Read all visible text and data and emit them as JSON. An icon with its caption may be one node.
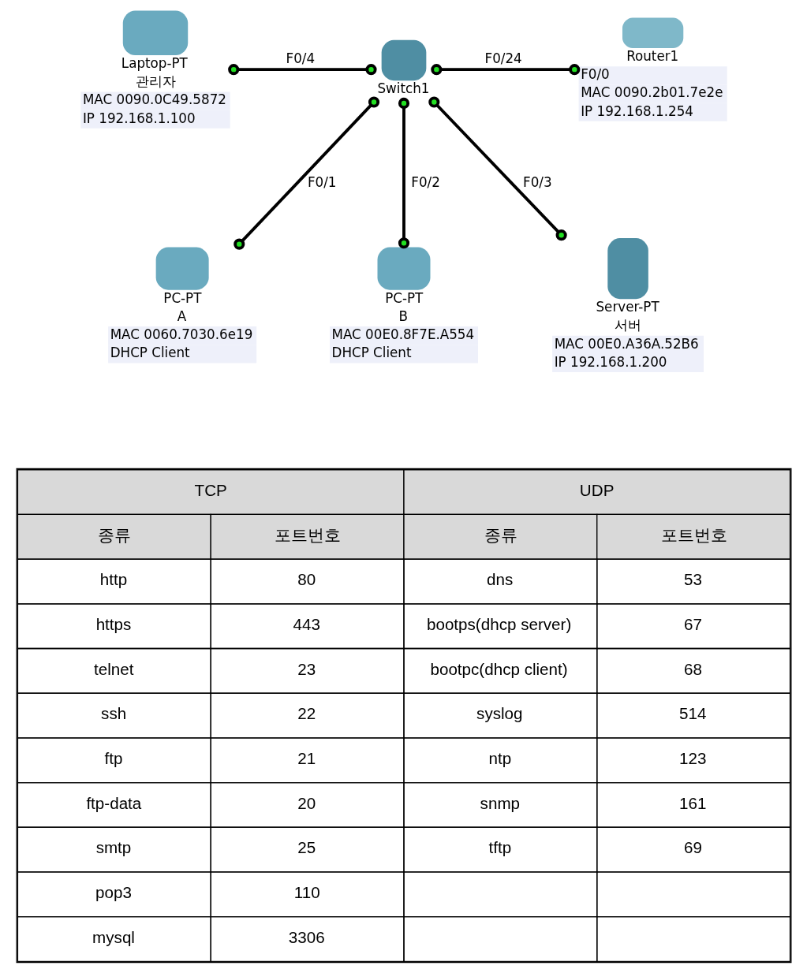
{
  "diagram": {
    "nodes": [
      {
        "text": [
          "Laptop-PT",
          "관리자",
          "MAC 0090.0C49.5872",
          "IP 192.168.1.100"
        ]
      },
      {
        "text": [
          "Switch1"
        ]
      },
      {
        "text": [
          "Router1",
          "F0/0",
          "MAC 0090.2b01.7e2e",
          "IP 192.168.1.254"
        ]
      },
      {
        "text": [
          "PC-PT",
          "A",
          "MAC 0060.7030.6e19",
          "DHCP Client"
        ]
      },
      {
        "text": [
          "PC-PT",
          "B",
          "MAC 00E0.8F7E.A554",
          "DHCP Client"
        ]
      },
      {
        "text": [
          "Server-PT",
          "서버",
          "MAC 00E0.A36A.52B6",
          "IP 192.168.1.200"
        ]
      }
    ],
    "edges": [
      {
        "from": 0,
        "to": 1,
        "arrow": "other",
        "label": "F0/4"
      },
      {
        "from": 1,
        "to": 2,
        "arrow": "other",
        "label": "F0/24"
      },
      {
        "from": 1,
        "to": 3,
        "arrow": "other",
        "label": "F0/1"
      },
      {
        "from": 1,
        "to": 4,
        "arrow": "other",
        "label": "F0/2"
      },
      {
        "from": 1,
        "to": 5,
        "arrow": "other",
        "label": "F0/3"
      }
    ],
    "labels": [
      "TCP",
      "UDP",
      "종류",
      "포트번호",
      "종류",
      "포트번호",
      "http",
      "80",
      "dns",
      "53",
      "https",
      "443",
      "bootps(dhcp server)",
      "67",
      "telnet",
      "23",
      "bootpc(dhcp client)",
      "68",
      "ssh",
      "22",
      "syslog",
      "514",
      "ftp",
      "21",
      "ntp",
      "123",
      "ftp-data",
      "20",
      "snmp",
      "161",
      "smtp",
      "25",
      "tftp",
      "69",
      "pop3",
      "110",
      "mysql",
      "3306"
    ]
  }
}
